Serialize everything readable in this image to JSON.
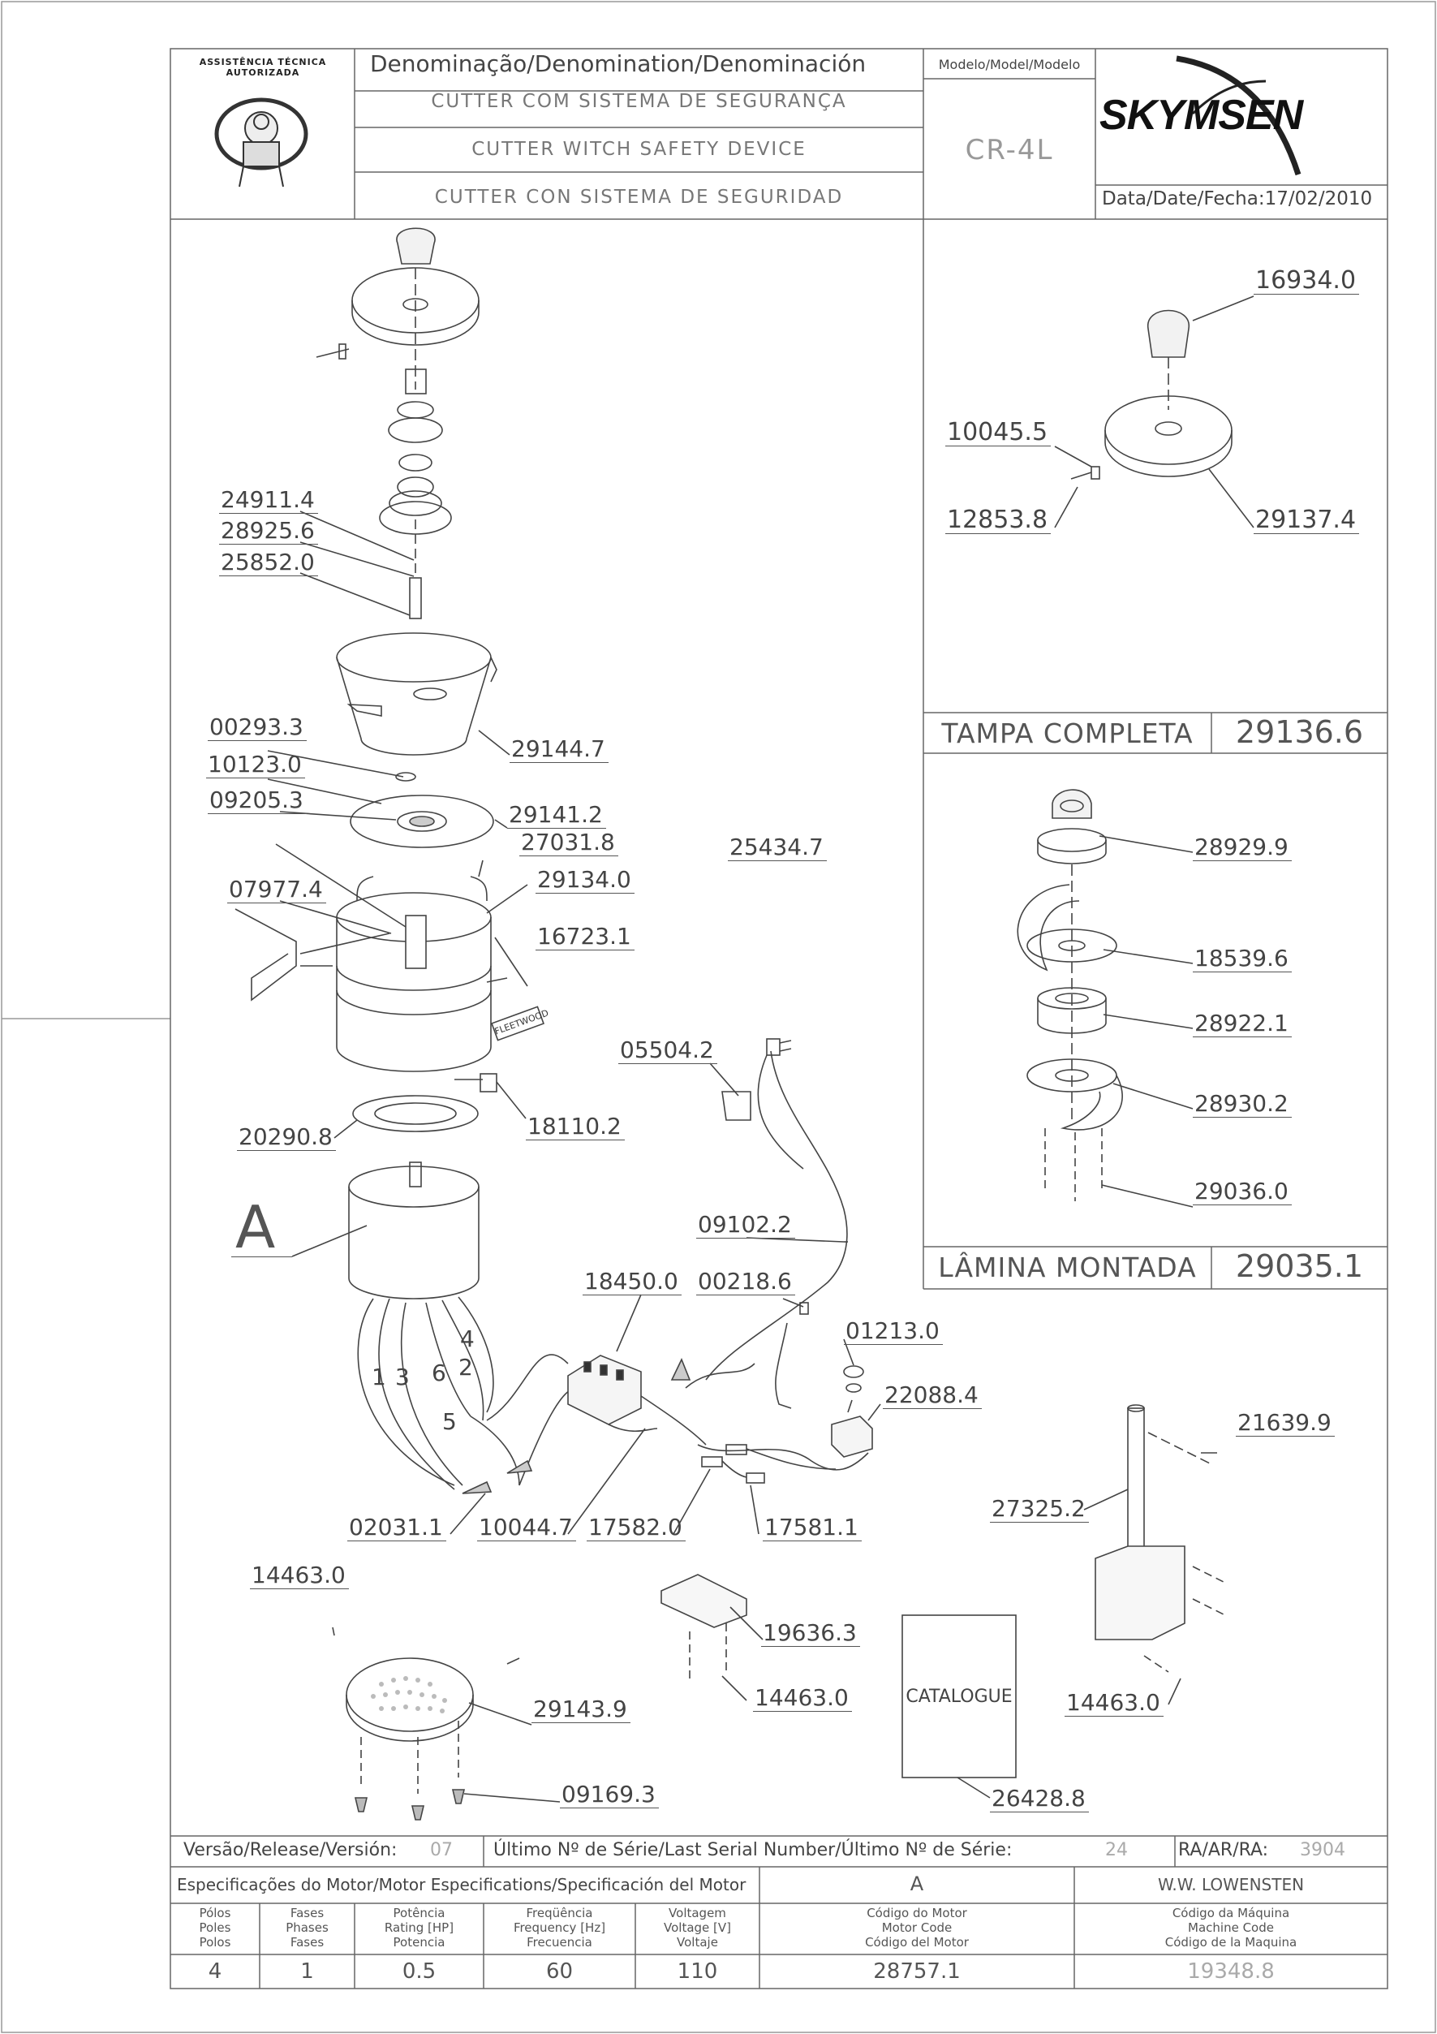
{
  "header": {
    "denomination_label": "Denominação/Denomination/Denominación",
    "names": [
      "CUTTER COM SISTEMA DE SEGURANÇA",
      "CUTTER WITCH SAFETY DEVICE",
      "CUTTER CON SISTEMA DE SEGURIDAD"
    ],
    "model_label": "Modelo/Model/Modelo",
    "model": "CR-4L",
    "brand": "SKYMSEN",
    "date_label": "Data/Date/Fecha:",
    "date": "17/02/2010",
    "badge_text": "ASSISTÊNCIA TÉCNICA AUTORIZADA"
  },
  "assemblies": {
    "lid": {
      "title": "TAMPA COMPLETA",
      "code": "29136.6",
      "parts": [
        "16934.0",
        "10045.5",
        "12853.8",
        "29137.4"
      ]
    },
    "blade": {
      "title": "LÂMINA MONTADA",
      "code": "29035.1",
      "parts": [
        "28929.9",
        "18539.6",
        "28922.1",
        "28930.2",
        "29036.0"
      ]
    }
  },
  "parts": {
    "p24911_4": "24911.4",
    "p28925_6": "28925.6",
    "p25852_0": "25852.0",
    "p00293_3": "00293.3",
    "p10123_0": "10123.0",
    "p09205_3": "09205.3",
    "p07977_4": "07977.4",
    "p29144_7": "29144.7",
    "p29141_2": "29141.2",
    "p27031_8": "27031.8",
    "p29134_0": "29134.0",
    "p16723_1": "16723.1",
    "p25434_7": "25434.7",
    "p18110_2": "18110.2",
    "p20290_8": "20290.8",
    "p05504_2": "05504.2",
    "p09102_2": "09102.2",
    "p18450_0": "18450.0",
    "p00218_6": "00218.6",
    "p01213_0": "01213.0",
    "p22088_4": "22088.4",
    "p21639_9": "21639.9",
    "p27325_2": "27325.2",
    "p02031_1": "02031.1",
    "p10044_7": "10044.7",
    "p17582_0": "17582.0",
    "p17581_1": "17581.1",
    "p14463_0a": "14463.0",
    "p14463_0b": "14463.0",
    "p14463_0c": "14463.0",
    "p19636_3": "19636.3",
    "p29143_9": "29143.9",
    "p09169_3": "09169.3",
    "p26428_8": "26428.8",
    "motor_letter": "A",
    "wire_numbers": [
      "1",
      "3",
      "6",
      "2",
      "4",
      "5"
    ],
    "catalogue": "CATALOGUE",
    "fleetwood": "FLEETWOOD"
  },
  "footer": {
    "release_label": "Versão/Release/Versión:",
    "release": "07",
    "serial_label": "Último Nº de Série/Last Serial Number/Último Nº de Série:",
    "serial": "24",
    "ra_label": "RA/AR/RA:",
    "ra": "3904",
    "motor_spec_label": "Especificações do Motor/Motor Especifications/Specificación del Motor",
    "motor_letter": "A",
    "maker": "W.W. LOWENSTEN",
    "col_poles": [
      "Pólos",
      "Poles",
      "Polos"
    ],
    "col_phases": [
      "Fases",
      "Phases",
      "Fases"
    ],
    "col_power": [
      "Potência",
      "Rating [HP]",
      "Potencia"
    ],
    "col_freq": [
      "Freqüência",
      "Frequency [Hz]",
      "Frecuencia"
    ],
    "col_voltage": [
      "Voltagem",
      "Voltage [V]",
      "Voltaje"
    ],
    "col_motor_code": [
      "Código do Motor",
      "Motor Code",
      "Código del Motor"
    ],
    "col_machine_code": [
      "Código da Máquina",
      "Machine Code",
      "Código de la Maquina"
    ],
    "poles": "4",
    "phases": "1",
    "power": "0.5",
    "freq": "60",
    "voltage": "110",
    "motor_code": "28757.1",
    "machine_code": "19348.8"
  }
}
